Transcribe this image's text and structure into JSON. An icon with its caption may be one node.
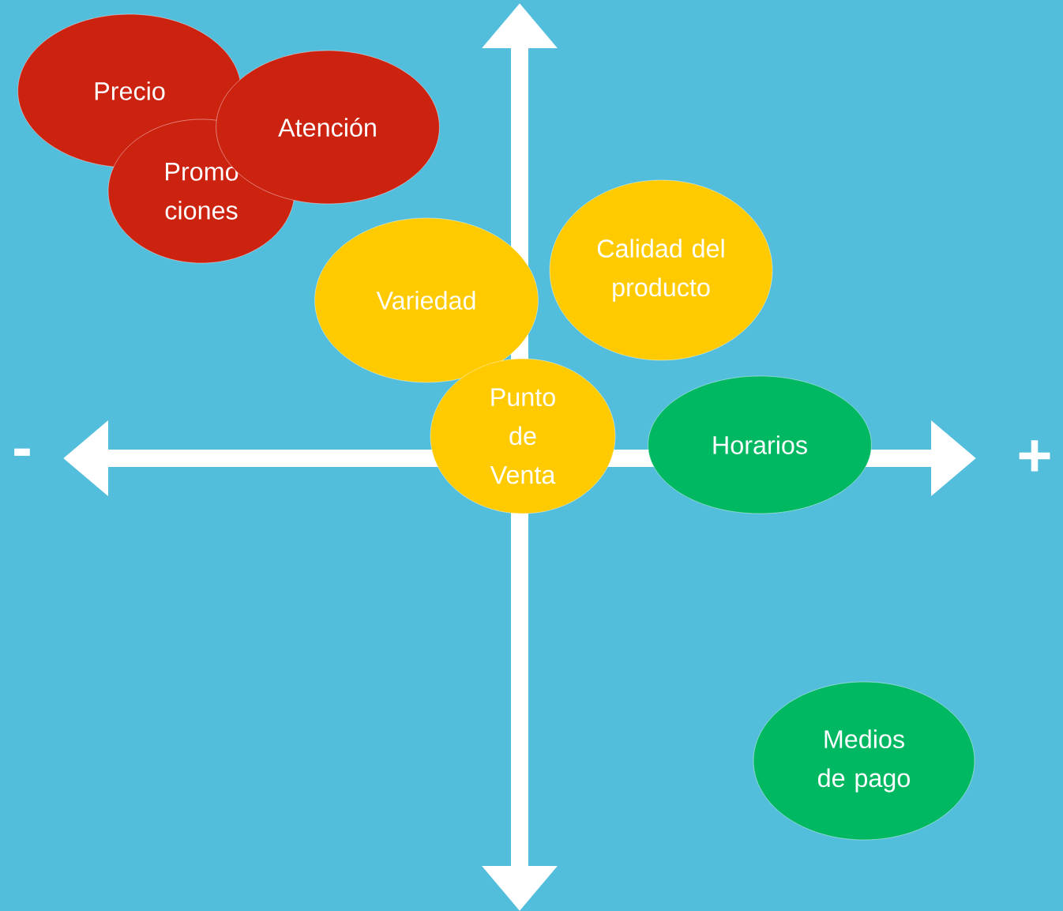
{
  "diagram": {
    "nodes": [
      {
        "text": [
          "Precio"
        ]
      },
      {
        "text": [
          "Atención"
        ]
      },
      {
        "text": [
          "Promo ciones"
        ]
      },
      {
        "text": [
          "Variedad"
        ]
      },
      {
        "text": [
          "Calidad del producto"
        ]
      },
      {
        "text": [
          "Punto de Venta"
        ]
      },
      {
        "text": [
          "Horarios"
        ]
      },
      {
        "text": [
          "Medios de pago"
        ]
      }
    ],
    "labels": [
      "-",
      "+"
    ]
  }
}
